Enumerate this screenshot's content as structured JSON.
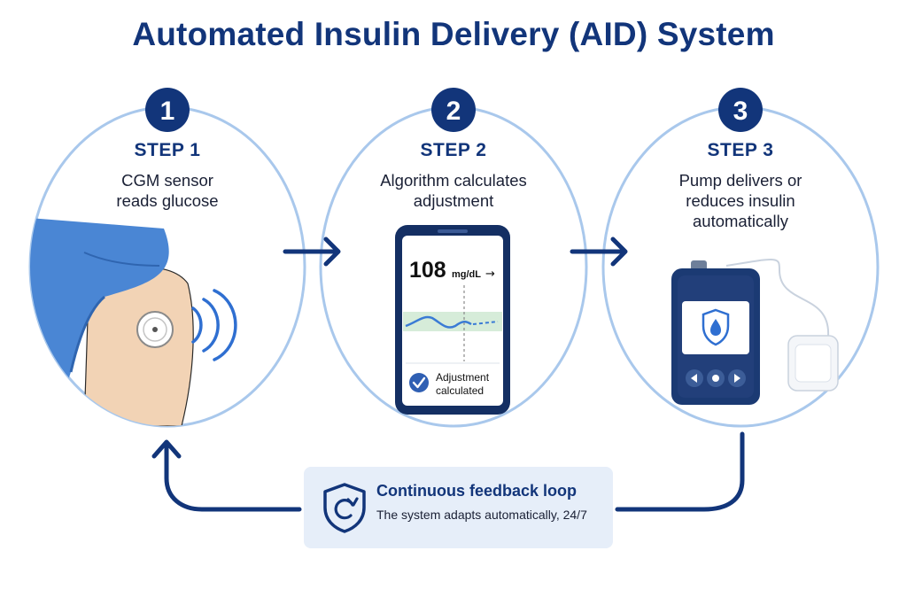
{
  "title": "Automated Insulin Delivery (AID) System",
  "steps": [
    {
      "number": "1",
      "label": "STEP 1",
      "desc_lines": [
        "CGM sensor",
        "reads glucose"
      ]
    },
    {
      "number": "2",
      "label": "STEP 2",
      "desc_lines": [
        "Algorithm calculates",
        "adjustment"
      ]
    },
    {
      "number": "3",
      "label": "STEP 3",
      "desc_lines": [
        "Pump delivers or",
        "reduces insulin",
        "automatically"
      ]
    }
  ],
  "phone": {
    "glucose_value": "108",
    "glucose_unit": "mg/dL",
    "trend_arrow": "→",
    "status_lines": [
      "Adjustment",
      "calculated"
    ]
  },
  "feedback": {
    "title": "Continuous feedback loop",
    "desc": "The system adapts automatically, 24/7"
  },
  "colors": {
    "navy": "#12357a",
    "circle_outline": "#a9c8ec",
    "accent_blue": "#2f6fd1",
    "sleeve": "#4a86d4",
    "skin": "#f2d3b5",
    "band": "#d6ecd9"
  }
}
